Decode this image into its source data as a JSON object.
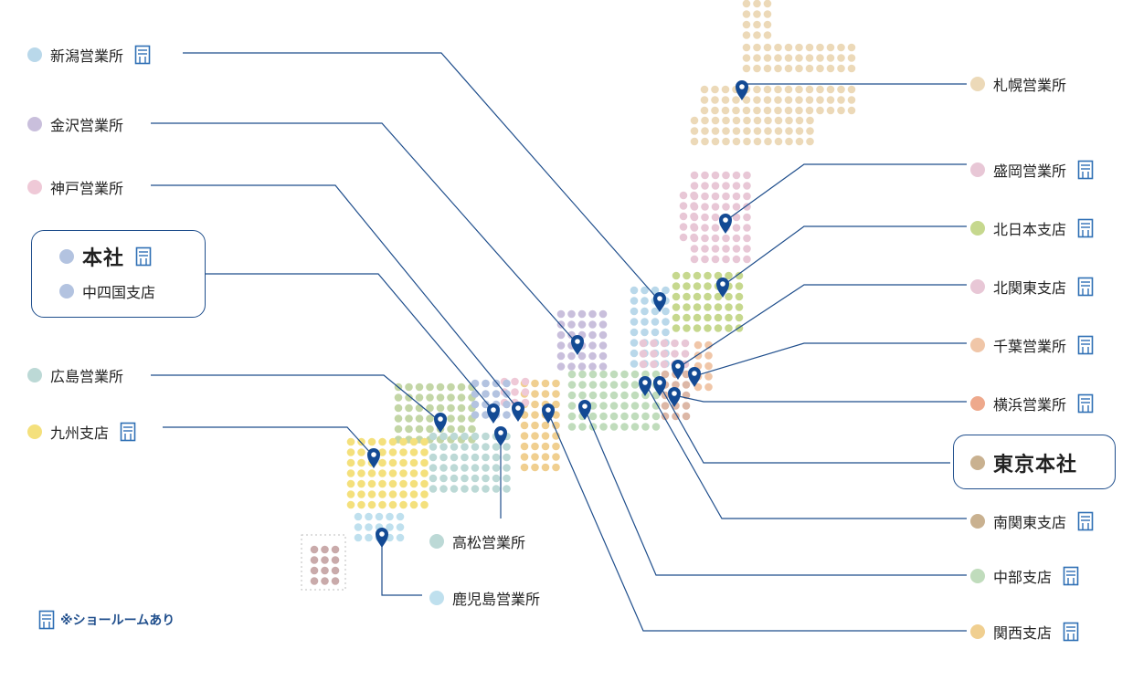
{
  "colors": {
    "line": "#1f4e8c",
    "pin": "#134a94",
    "hokkaido": "#ecd9b8",
    "tohoku_north": "#e8c7d6",
    "tohoku_south": "#c6d88e",
    "kanto_north": "#e8c7d6",
    "chiba": "#f0c6a8",
    "kanto_south": "#dcb7a6",
    "niigata": "#b9d8ea",
    "hokuriku": "#c9bfdc",
    "chubu": "#c0dcbc",
    "kansai": "#f0cf90",
    "kobe": "#efc9d7",
    "chugoku": "#c3d6a6",
    "shikoku": "#bcd9d6",
    "kyushu": "#f4e07c",
    "kagoshima": "#bfe0ee",
    "okinawa": "#c9aaaa"
  },
  "offices_left": [
    {
      "name": "新潟営業所",
      "color": "#b9d8ea",
      "showroom": true
    },
    {
      "name": "金沢営業所",
      "color": "#c9bfdc",
      "showroom": false
    },
    {
      "name": "神戸営業所",
      "color": "#efc9d7",
      "showroom": false
    },
    {
      "name": "広島営業所",
      "color": "#bcd9d6",
      "showroom": false
    },
    {
      "name": "九州支店",
      "color": "#f4e07c",
      "showroom": true
    }
  ],
  "headquarters": {
    "main": {
      "name": "本社",
      "color": "#b3c3e0",
      "showroom": true
    },
    "sub": {
      "name": "中四国支店",
      "color": "#b3c3e0"
    }
  },
  "offices_right": [
    {
      "name": "札幌営業所",
      "color": "#ecd9b8",
      "showroom": false
    },
    {
      "name": "盛岡営業所",
      "color": "#e8c7d6",
      "showroom": true
    },
    {
      "name": "北日本支店",
      "color": "#c6d88e",
      "showroom": true
    },
    {
      "name": "北関東支店",
      "color": "#e8c7d6",
      "showroom": true
    },
    {
      "name": "千葉営業所",
      "color": "#f0c6a8",
      "showroom": true
    },
    {
      "name": "横浜営業所",
      "color": "#eea98c",
      "showroom": true
    }
  ],
  "tokyo_hq": {
    "name": "東京本社",
    "color": "#c9b190"
  },
  "offices_right_lower": [
    {
      "name": "南関東支店",
      "color": "#c9b190",
      "showroom": true
    },
    {
      "name": "中部支店",
      "color": "#c0dcbc",
      "showroom": true
    },
    {
      "name": "関西支店",
      "color": "#f0cf90",
      "showroom": true
    }
  ],
  "offices_bottom": [
    {
      "name": "高松営業所",
      "color": "#bcd9d6"
    },
    {
      "name": "鹿児島営業所",
      "color": "#bfe0ee"
    }
  ],
  "legend": {
    "text": "※ショールームあり"
  },
  "icons": {
    "showroom": "showroom-icon",
    "pin": "map-pin-icon"
  }
}
